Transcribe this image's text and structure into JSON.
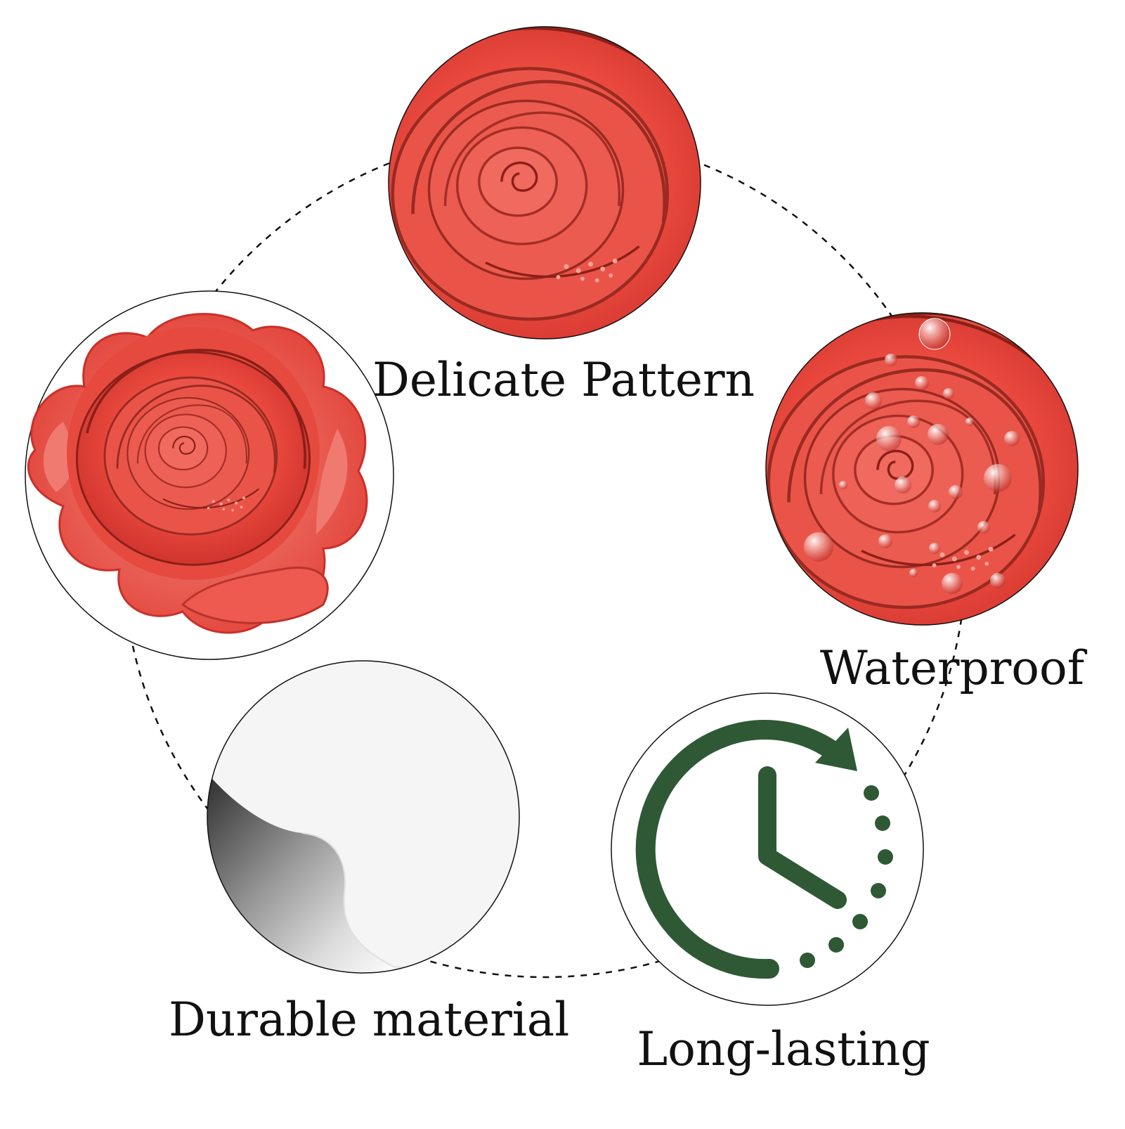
{
  "features": {
    "delicate_pattern": {
      "label": "Delicate Pattern",
      "icon": "rose-petals-icon"
    },
    "waterproof": {
      "label": "Waterproof",
      "icon": "rose-water-drops-icon"
    },
    "rose_sticker": {
      "icon": "rose-sticker-icon"
    },
    "durable_material": {
      "label": "Durable material",
      "icon": "peeling-sticker-icon"
    },
    "long_lasting": {
      "label": "Long-lasting",
      "icon": "clock-arrow-icon"
    }
  },
  "colors": {
    "rose_red": "#e8473c",
    "rose_dark": "#7a1a14",
    "clock_green": "#2e5934",
    "outline": "#111111"
  }
}
